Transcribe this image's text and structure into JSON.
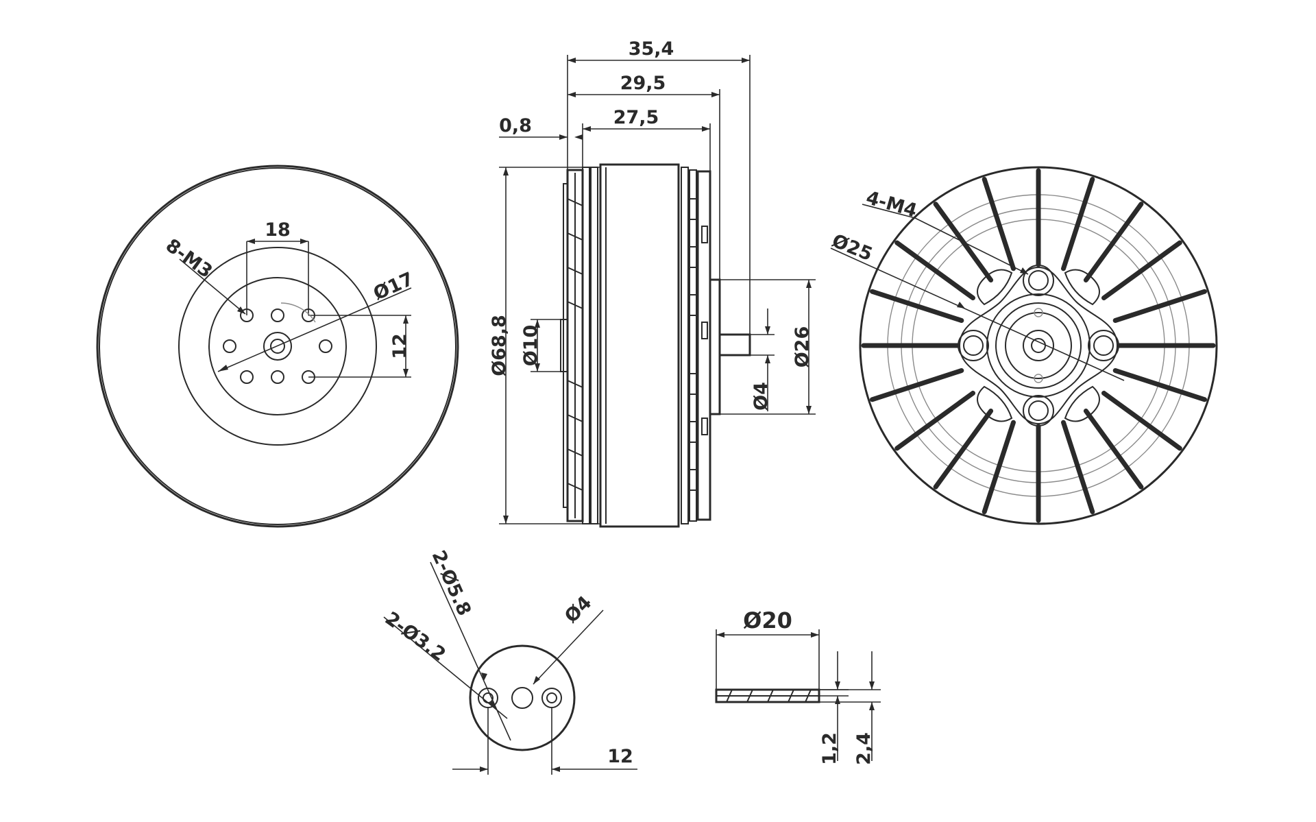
{
  "front_view": {
    "holes_label": "8-M3",
    "dim_width": "18",
    "dim_diameter": "Ø17",
    "dim_height": "12"
  },
  "side_view": {
    "dim_total": "35,4",
    "dim_body": "29,5",
    "dim_inner": "27,5",
    "dim_flange": "0,8",
    "dim_outer_diameter": "Ø68,8",
    "dim_boss": "Ø10",
    "dim_shaft": "Ø4",
    "dim_hub": "Ø26"
  },
  "rear_view": {
    "holes_label": "4-M4",
    "dim_diameter": "Ø25"
  },
  "adapter_view": {
    "dim_large_holes": "2-Ø5.8",
    "dim_small_holes": "2-Ø3.2",
    "dim_center": "Ø4",
    "dim_spacing": "12"
  },
  "washer_view": {
    "dim_diameter": "Ø20",
    "dim_thin": "1,2",
    "dim_thick": "2,4"
  }
}
